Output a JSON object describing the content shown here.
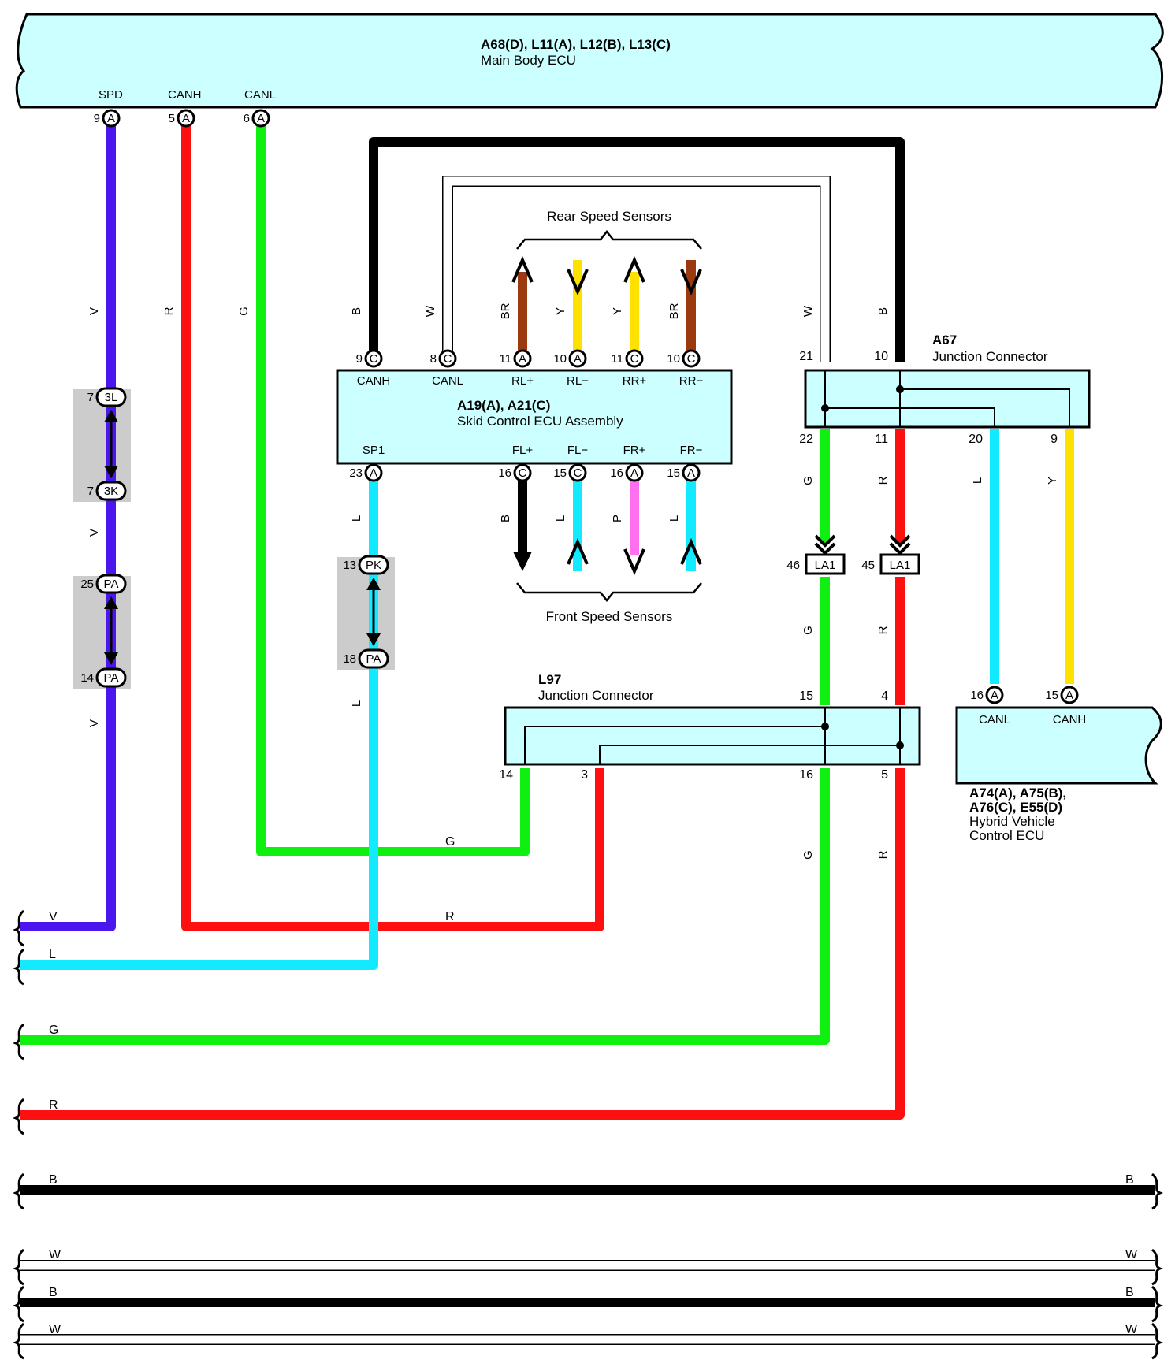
{
  "colors": {
    "V": "#4b16ee",
    "R": "#ff1010",
    "G": "#10f010",
    "L": "#14eaff",
    "Y": "#ffe100",
    "BR": "#9b3a0e",
    "P": "#ff70f0",
    "B": "#000000",
    "W": "#ffffff",
    "ecu_fill": "#ccffff",
    "splice_fill": "#cccccc"
  },
  "main_body_ecu": {
    "codes": "A68(D), L11(A), L12(B), L13(C)",
    "name": "Main Body ECU",
    "pins": [
      {
        "label": "SPD",
        "num": "9",
        "conn": "A"
      },
      {
        "label": "CANH",
        "num": "5",
        "conn": "A"
      },
      {
        "label": "CANL",
        "num": "6",
        "conn": "A"
      }
    ]
  },
  "skid_ecu": {
    "codes": "A19(A), A21(C)",
    "name": "Skid Control ECU Assembly",
    "top_pins": [
      {
        "label": "CANH",
        "num": "9",
        "conn": "C",
        "wire": "B"
      },
      {
        "label": "CANL",
        "num": "8",
        "conn": "C",
        "wire": "W"
      },
      {
        "label": "RL+",
        "num": "11",
        "conn": "A",
        "wire": "BR"
      },
      {
        "label": "RL−",
        "num": "10",
        "conn": "A",
        "wire": "Y"
      },
      {
        "label": "RR+",
        "num": "11",
        "conn": "C",
        "wire": "Y"
      },
      {
        "label": "RR−",
        "num": "10",
        "conn": "C",
        "wire": "BR"
      }
    ],
    "bottom_pins": [
      {
        "label": "SP1",
        "num": "23",
        "conn": "A",
        "wire": "L"
      },
      {
        "label": "FL+",
        "num": "16",
        "conn": "C",
        "wire": "B"
      },
      {
        "label": "FL−",
        "num": "15",
        "conn": "C",
        "wire": "L"
      },
      {
        "label": "FR+",
        "num": "16",
        "conn": "A",
        "wire": "P"
      },
      {
        "label": "FR−",
        "num": "15",
        "conn": "A",
        "wire": "L"
      }
    ]
  },
  "rear_sensors_label": "Rear Speed Sensors",
  "front_sensors_label": "Front Speed Sensors",
  "a67": {
    "code": "A67",
    "name": "Junction Connector",
    "top_pins": [
      {
        "num": "21",
        "wire": "W"
      },
      {
        "num": "10",
        "wire": "B"
      }
    ],
    "bottom_pins": [
      {
        "num": "22",
        "wire": "G"
      },
      {
        "num": "11",
        "wire": "R"
      },
      {
        "num": "20",
        "wire": "L"
      },
      {
        "num": "9",
        "wire": "Y"
      }
    ]
  },
  "la1": [
    {
      "num": "46",
      "name": "LA1"
    },
    {
      "num": "45",
      "name": "LA1"
    }
  ],
  "l97": {
    "code": "L97",
    "name": "Junction Connector",
    "top_pins": [
      {
        "num": "15"
      },
      {
        "num": "4"
      }
    ],
    "bottom_pins": [
      {
        "num": "14"
      },
      {
        "num": "3"
      },
      {
        "num": "16"
      },
      {
        "num": "5"
      }
    ]
  },
  "hybrid_ecu": {
    "codes_line1": "A74(A), A75(B),",
    "codes_line2": "A76(C), E55(D)",
    "name_line1": "Hybrid Vehicle",
    "name_line2": "Control ECU",
    "pins": [
      {
        "label": "CANL",
        "num": "16",
        "conn": "A"
      },
      {
        "label": "CANH",
        "num": "15",
        "conn": "A"
      }
    ]
  },
  "splices": [
    {
      "top_num": "7",
      "top": "3L",
      "bottom_num": "7",
      "bottom": "3K"
    },
    {
      "top_num": "25",
      "top": "PA",
      "bottom_num": "14",
      "bottom": "PA"
    },
    {
      "top_num": "13",
      "top": "PK",
      "bottom_num": "18",
      "bottom": "PA"
    }
  ],
  "wire_labels": [
    "V",
    "R",
    "G",
    "B",
    "W",
    "BR",
    "Y",
    "Y",
    "BR",
    "W",
    "B",
    "L",
    "B",
    "L",
    "P",
    "L",
    "G",
    "R",
    "L",
    "Y",
    "G",
    "R",
    "G",
    "R",
    "V",
    "V",
    "L"
  ],
  "bottom_buses": [
    {
      "color": "V",
      "label": "V"
    },
    {
      "color": "L",
      "label": "L"
    },
    {
      "color": "G",
      "label": "G"
    },
    {
      "color": "R",
      "label": "R"
    },
    {
      "color": "B",
      "label": "B",
      "right_label": "B"
    },
    {
      "color": "W",
      "label": "W",
      "right_label": "W"
    },
    {
      "color": "B",
      "label": "B",
      "right_label": "B"
    },
    {
      "color": "W",
      "label": "W",
      "right_label": "W"
    }
  ],
  "mid_wire_labels": {
    "l97_g": "G",
    "l97_r": "R"
  }
}
